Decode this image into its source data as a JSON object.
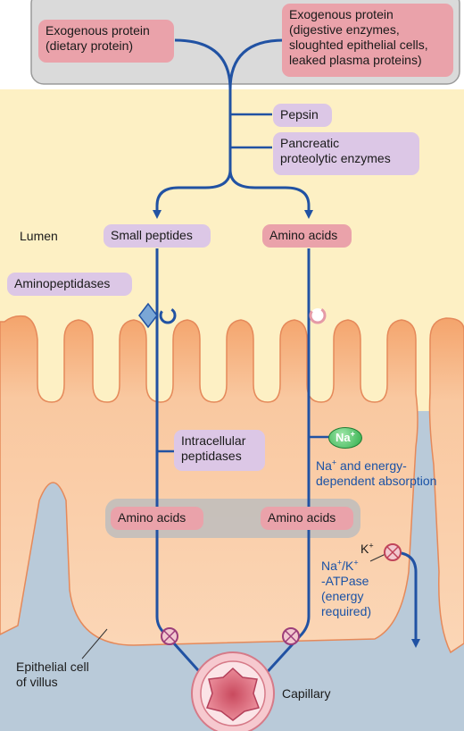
{
  "labels": {
    "exo_dietary": "Exogenous protein\n(dietary protein)",
    "exo_endogenous": "Exogenous protein\n(digestive enzymes,\nsloughted epithelial cells,\nleaked plasma proteins)",
    "pepsin": "Pepsin",
    "pancreatic": "Pancreatic\nproteolytic enzymes",
    "lumen": "Lumen",
    "small_peptides": "Small peptides",
    "amino_acids_lumen": "Amino acids",
    "aminopeptidases": "Aminopeptidases",
    "intracellular_peptidases": "Intracellular\npeptidases",
    "na_badge": "Na+",
    "na_absorption": "Na+ and energy-\ndependent absorption",
    "amino_acids_cell_left": "Amino acids",
    "amino_acids_cell_right": "Amino acids",
    "k_plus": "K+",
    "atpase": "Na+/K+\n-ATPase\n(energy\nrequired)",
    "epithelial_cell": "Epithelial cell\nof villus",
    "capillary": "Capillary"
  },
  "colors": {
    "arrow_blue": "#2152a3",
    "label_pink": "#eaa2aa",
    "label_lavender": "#dcc7e6",
    "lumen_yellow": "#fdf0c4",
    "cell_orange": "#f7b07c",
    "interstitial_blue": "#b8c9d8",
    "top_grey": "#d9d9d9"
  }
}
